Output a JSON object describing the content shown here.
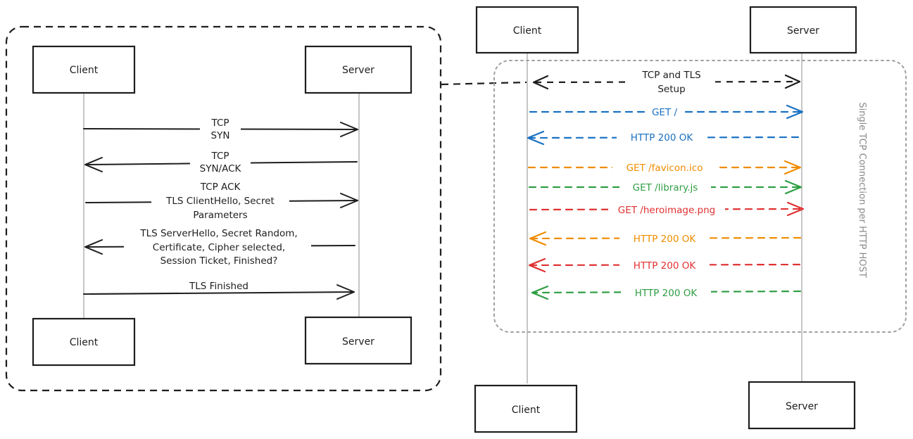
{
  "colors": {
    "ink": "#1e1e1e",
    "blue": "#1971c2",
    "orange": "#f08c00",
    "green": "#2f9e44",
    "red": "#e03131",
    "dotted_frame": "#a0a0a0",
    "side_label": "#8a8a8a"
  },
  "left": {
    "participants": {
      "client": "Client",
      "server": "Server"
    },
    "messages": {
      "tcp_syn": [
        "TCP",
        "SYN"
      ],
      "tcp_syn_ack": [
        "TCP",
        "SYN/ACK"
      ],
      "tcp_ack_client_hello": [
        "TCP ACK",
        "TLS ClientHello, Secret",
        "Parameters"
      ],
      "server_hello": [
        "TLS ServerHello, Secret Random,",
        "Certificate, Cipher selected,",
        "Session Ticket, Finished?"
      ],
      "tls_finished": [
        "TLS Finished"
      ]
    }
  },
  "right": {
    "participants": {
      "client": "Client",
      "server": "Server"
    },
    "setup": [
      "TCP and TLS",
      "Setup"
    ],
    "messages": {
      "get_root": "GET /",
      "ok_blue": "HTTP 200 OK",
      "get_favicon": "GET /favicon.ico",
      "get_library": "GET /library.js",
      "get_heroimage": "GET /heroimage.png",
      "ok_orange": "HTTP 200 OK",
      "ok_red": "HTTP 200 OK",
      "ok_green": "HTTP 200 OK"
    },
    "side_label": "Single TCP Connection per HTTP HOST"
  }
}
